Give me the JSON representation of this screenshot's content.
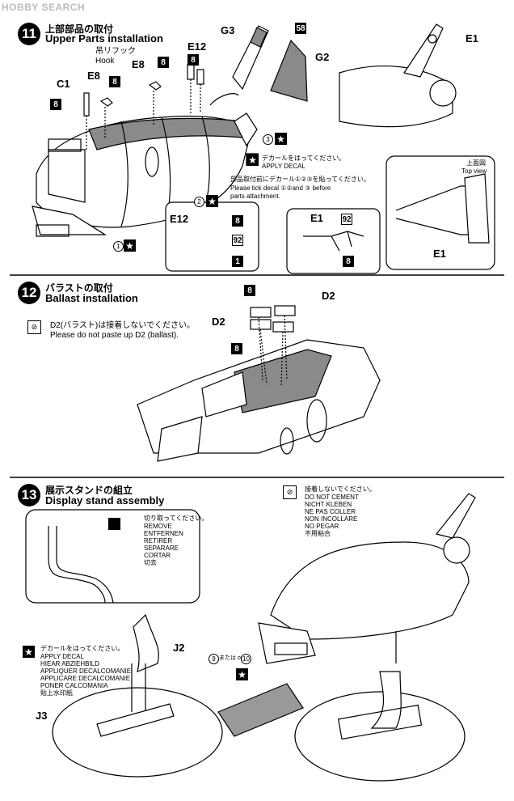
{
  "watermark": "HOBBY SEARCH",
  "steps": [
    {
      "number": "11",
      "title_jp": "上部部品の取付",
      "title_en": "Upper Parts installation"
    },
    {
      "number": "12",
      "title_jp": "バラストの取付",
      "title_en": "Ballast installation"
    },
    {
      "number": "13",
      "title_jp": "展示スタンドの組立",
      "title_en": "Display stand assembly"
    }
  ],
  "step11": {
    "parts": {
      "g3": "G3",
      "g2": "G2",
      "e1_top": "E1",
      "e12_top": "E12",
      "e8_hook": "E8",
      "e8_right": "E8",
      "c1": "C1",
      "e12_box": "E12",
      "e1_box": "E1",
      "e1_inset": "E1"
    },
    "hook_jp": "吊リフック",
    "hook_en": "Hook",
    "paint": {
      "p58": "58",
      "p8": "8",
      "p92": "92",
      "p1": "1"
    },
    "decal_nums": {
      "one": "1",
      "two": "2",
      "three": "3"
    },
    "decal_note_jp": "デカールをはってください。",
    "decal_note_en": "APPLY DECAL",
    "tick_note_jp": "部品取付前にデカール①②③を貼ってください。",
    "tick_note_en_1": "Please tick decal ①②and ③ before",
    "tick_note_en_2": "parts attachment.",
    "top_view_jp": "上面図",
    "top_view_en": "Top view"
  },
  "step12": {
    "parts": {
      "d2_right": "D2",
      "d2_left": "D2"
    },
    "paint": {
      "p8": "8"
    },
    "note_jp": "D2(バラスト)は接着しないでください。",
    "note_en": "Please do not paste up D2 (ballast)."
  },
  "step13": {
    "parts": {
      "j2": "J2",
      "j3": "J3"
    },
    "cut_jp": "切り取ってください。",
    "cut_langs": [
      "REMOVE",
      "ENTFERNEN",
      "RETIRER",
      "SEPARARE",
      "CORTAR",
      "切去"
    ],
    "nocement_jp": "接着しないでください。",
    "nocement_langs": [
      "DO NOT CEMENT",
      "NICHT KLEBEN",
      "NE PAS COLLER",
      "NON INCOLLARE",
      "NO PEGAR",
      "不用粘合"
    ],
    "decal_jp": "デカールをはってください。",
    "decal_langs": [
      "APPLY DECAL",
      "HIEAR ABZIEHBILD",
      "APPLIQUER DECALCOMANIE",
      "APPLICARE DECALCOMANIE",
      "PONER CALCOMANIA",
      "貼上水印紙"
    ],
    "decal_choice_a": "9",
    "decal_choice_or": "または or",
    "decal_choice_b": "10"
  },
  "colors": {
    "ink": "#000000",
    "hull_shade": "#8a8a8a",
    "decal_strip": "#999999"
  }
}
